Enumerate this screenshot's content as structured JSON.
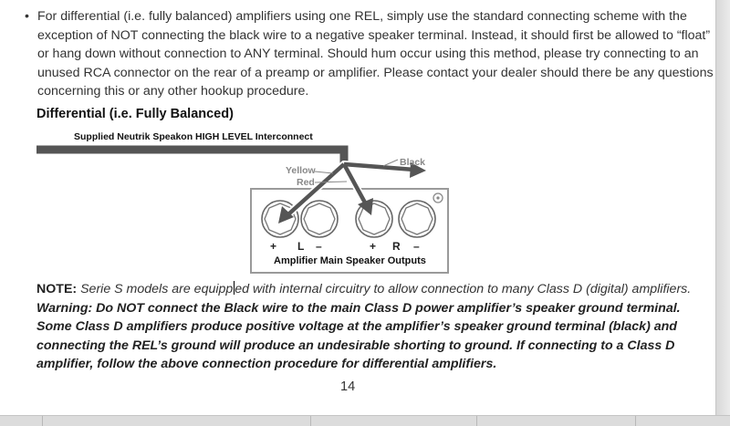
{
  "bullet": {
    "marker": "•",
    "text": "For differential (i.e. fully balanced) amplifiers using one REL, simply use the standard connecting scheme with the exception of NOT connecting the black wire to a negative speaker terminal. Instead, it should first be allowed to “float” or hang down without connection to ANY terminal. Should hum occur using this method, please try connecting to an unused RCA connector on the rear of a preamp or amplifier. Please contact your dealer should there be any questions concerning this or any other hookup procedure."
  },
  "heading": "Differential (i.e. Fully Balanced)",
  "diagram": {
    "cable_label": "Supplied Neutrik Speakon HIGH LEVEL Interconnect",
    "wire_yellow": "Yellow",
    "wire_red": "Red",
    "wire_black": "Black",
    "plus_left": "+",
    "l_label": "L",
    "minus_left": "–",
    "plus_right": "+",
    "r_label": "R",
    "minus_right": "–",
    "caption": "Amplifier Main Speaker Outputs",
    "colors": {
      "line": "#555555",
      "panel": "#9a9a9a",
      "label": "#888888"
    }
  },
  "note": {
    "label": "NOTE:",
    "italic_before_caret": "Serie S models are equipp",
    "italic_after_caret": "ed with internal circuitry to allow connection to many Class D (digital) amplifiers.",
    "warning": "Warning: Do NOT connect the Black wire to the main Class D power amplifier’s speaker ground terminal. Some Class D amplifiers produce positive voltage at the amplifier’s speaker ground terminal (black) and connecting the REL’s ground will produce an undesirable shorting to ground. If connecting to a Class D amplifier, follow the above connection procedure for differential amplifiers."
  },
  "page_number": "14"
}
